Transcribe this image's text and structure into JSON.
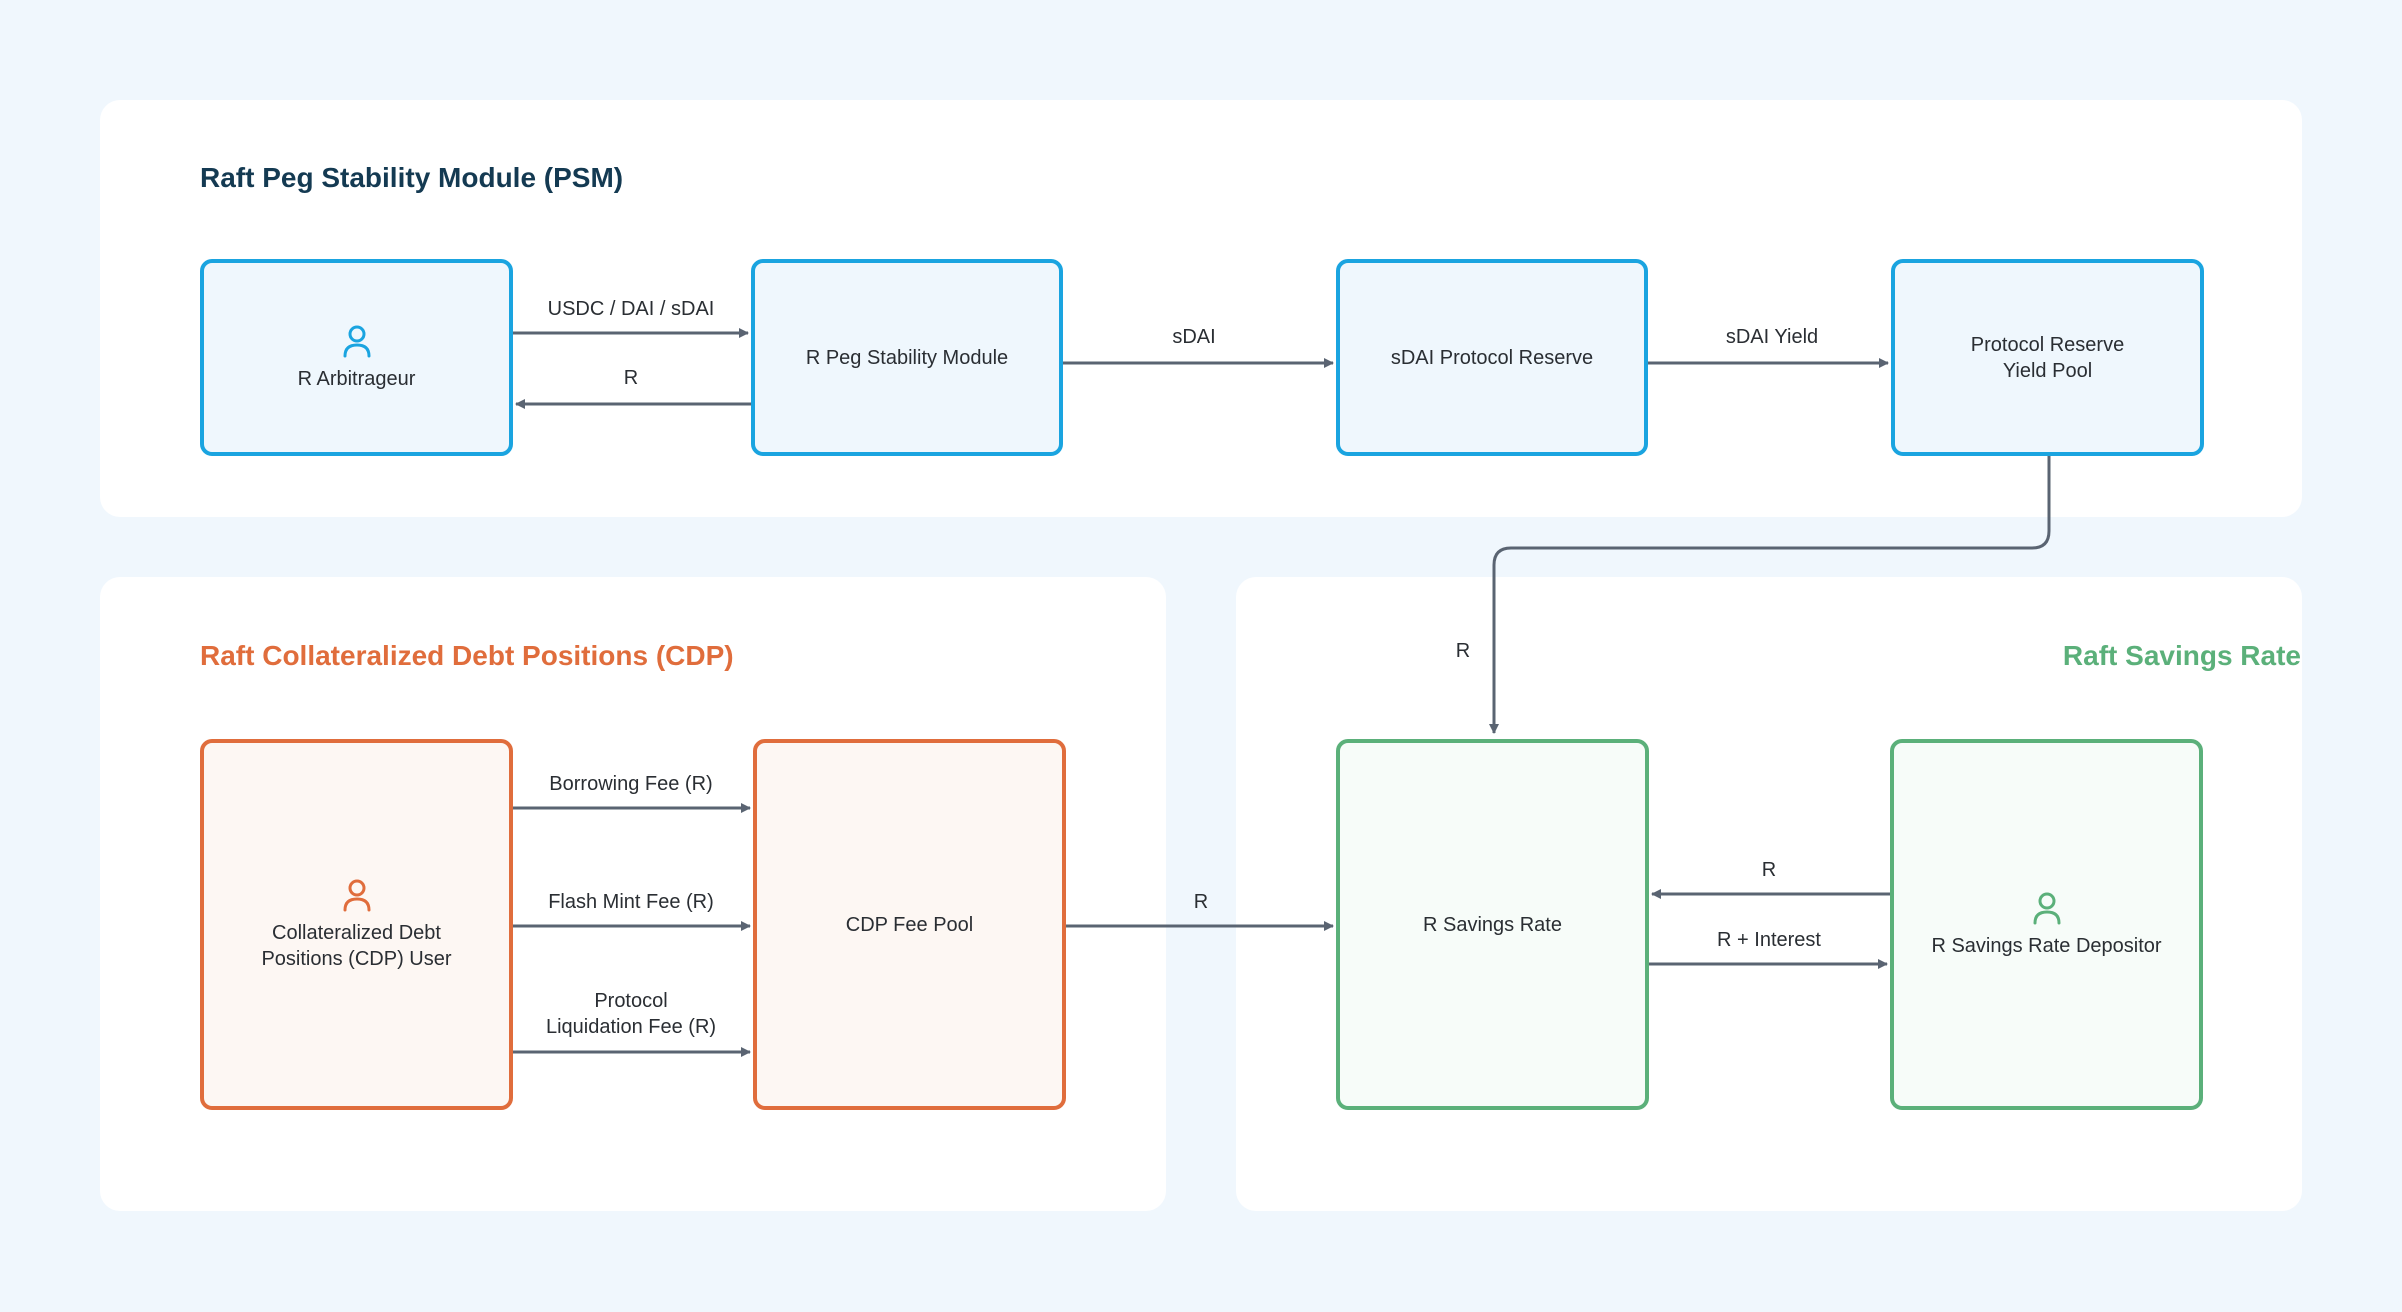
{
  "diagram": {
    "sections": {
      "psm": {
        "title": "Raft Peg Stability Module (PSM)",
        "color": "#143a52"
      },
      "cdp": {
        "title": "Raft Collateralized Debt Positions (CDP)",
        "color": "#e06d3c"
      },
      "rsr": {
        "title": "Raft Savings Rate",
        "color": "#5bb07a"
      }
    },
    "nodes": {
      "arbitrageur": {
        "label": "R Arbitrageur",
        "icon": "user-icon",
        "color": "#1aa4e0"
      },
      "psm_module": {
        "label": "R Peg Stability Module"
      },
      "sdai_reserve": {
        "label": "sDAI Protocol Reserve"
      },
      "yield_pool": {
        "label": "Protocol Reserve\nYield Pool"
      },
      "cdp_user": {
        "label": "Collateralized Debt\nPositions (CDP) User",
        "icon": "user-icon",
        "color": "#e06d3c"
      },
      "cdp_fee_pool": {
        "label": "CDP Fee Pool"
      },
      "savings_rate": {
        "label": "R Savings Rate"
      },
      "depositor": {
        "label": "R Savings Rate Depositor",
        "icon": "user-icon",
        "color": "#5bb07a"
      }
    },
    "edges": {
      "arb_to_psm": {
        "label": "USDC / DAI / sDAI"
      },
      "psm_to_arb": {
        "label": "R"
      },
      "psm_to_reserve": {
        "label": "sDAI"
      },
      "reserve_to_yield": {
        "label": "sDAI Yield"
      },
      "yield_to_savings": {
        "label": "R"
      },
      "borrowing_fee": {
        "label": "Borrowing Fee (R)"
      },
      "flash_mint_fee": {
        "label": "Flash Mint Fee (R)"
      },
      "liquidation_fee": {
        "label": "Protocol\nLiquidation Fee (R)"
      },
      "feepool_to_savings": {
        "label": "R"
      },
      "depositor_to_savings": {
        "label": "R"
      },
      "savings_to_depositor": {
        "label": "R + Interest"
      }
    },
    "connector_color": "#5a6472"
  }
}
